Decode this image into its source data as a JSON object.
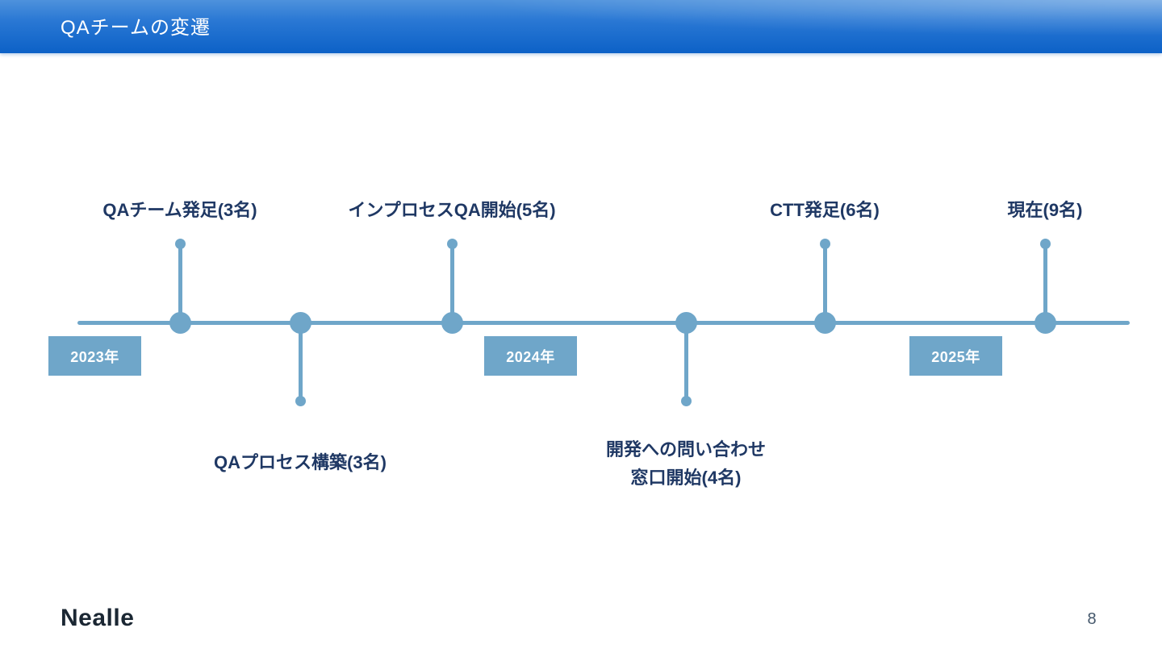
{
  "header": {
    "title": "QAチームの変遷"
  },
  "timeline": {
    "milestones": [
      {
        "label": "QAチーム発足(3名)",
        "position": "above"
      },
      {
        "label": "QAプロセス構築(3名)",
        "position": "below"
      },
      {
        "label": "インプロセスQA開始(5名)",
        "position": "above"
      },
      {
        "label": "開発への問い合わせ\n窓口開始(4名)",
        "position": "below"
      },
      {
        "label": "CTT発足(6名)",
        "position": "above"
      },
      {
        "label": "現在(9名)",
        "position": "above"
      }
    ],
    "years": [
      {
        "label": "2023年"
      },
      {
        "label": "2024年"
      },
      {
        "label": "2025年"
      }
    ]
  },
  "footer": {
    "logo_text": "Nealle",
    "page_number": "8"
  },
  "colors": {
    "accent": "#6fa6c9",
    "label_text": "#1f3864",
    "header_grad_top": "#4e92dc",
    "header_grad_mid": "#2a78d4",
    "header_grad_bottom": "#0c61c7",
    "year_box_text": "#ffffff",
    "logo_text_color": "#1b2733",
    "page_number_color": "#44576b"
  }
}
